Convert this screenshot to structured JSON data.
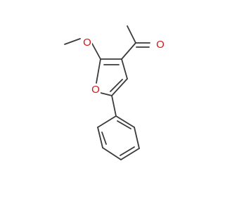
{
  "molecule": {
    "atoms": {
      "O_methoxy": {
        "symbol": "O",
        "color": "#d51515"
      },
      "O_ring": {
        "symbol": "O",
        "color": "#d51515"
      },
      "O_aldehyde": {
        "symbol": "O",
        "color": "#d51515"
      }
    },
    "colors": {
      "bond": "#3a3a3a",
      "heteroatom_oxygen": "#d51515",
      "background": "#ffffff"
    }
  }
}
